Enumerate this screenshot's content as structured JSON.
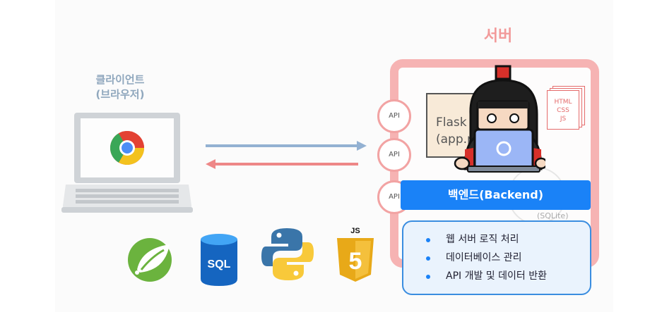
{
  "client": {
    "title_line1": "클라이언트",
    "title_line2": "(브라우저)",
    "device_icon": "laptop-icon",
    "browser_icon": "chrome-icon"
  },
  "server": {
    "title": "서버",
    "api_labels": [
      "API",
      "API",
      "API"
    ],
    "flask_line1": "Flask 서",
    "flask_line2": "(app.py)",
    "static_files": [
      "HTML",
      "CSS",
      "JS"
    ],
    "db_label": "(SQLite)"
  },
  "backend": {
    "title": "백엔드(Backend)",
    "items": [
      "웹 서버 로직 처리",
      "데이터베이스 관리",
      "API 개발 및 데이터 반환"
    ]
  },
  "tech_logos": {
    "spring": "spring-logo",
    "sql_label": "SQL",
    "python": "python-logo",
    "js_top": "JS",
    "js_shield": "5"
  },
  "colors": {
    "request_arrow": "#93b1d2",
    "response_arrow": "#ee8787",
    "server_border": "#f6b3b3",
    "backend_blue": "#1a82f7"
  }
}
